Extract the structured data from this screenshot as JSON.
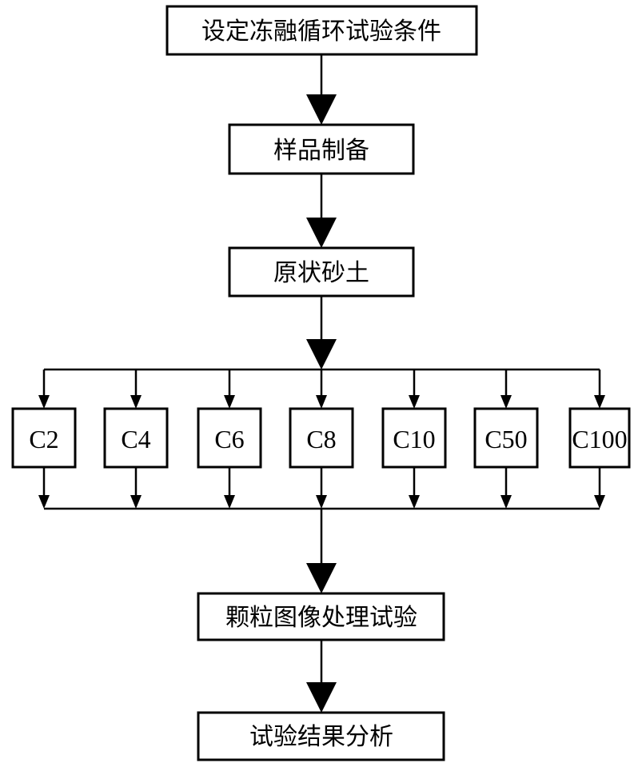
{
  "steps": {
    "set_conditions": "设定冻融循环试验条件",
    "sample_prep": "样品制备",
    "undisturbed_sand": "原状砂土",
    "image_test": "颗粒图像处理试验",
    "analysis": "试验结果分析"
  },
  "cycles": [
    "C2",
    "C4",
    "C6",
    "C8",
    "C10",
    "C50",
    "C100"
  ]
}
